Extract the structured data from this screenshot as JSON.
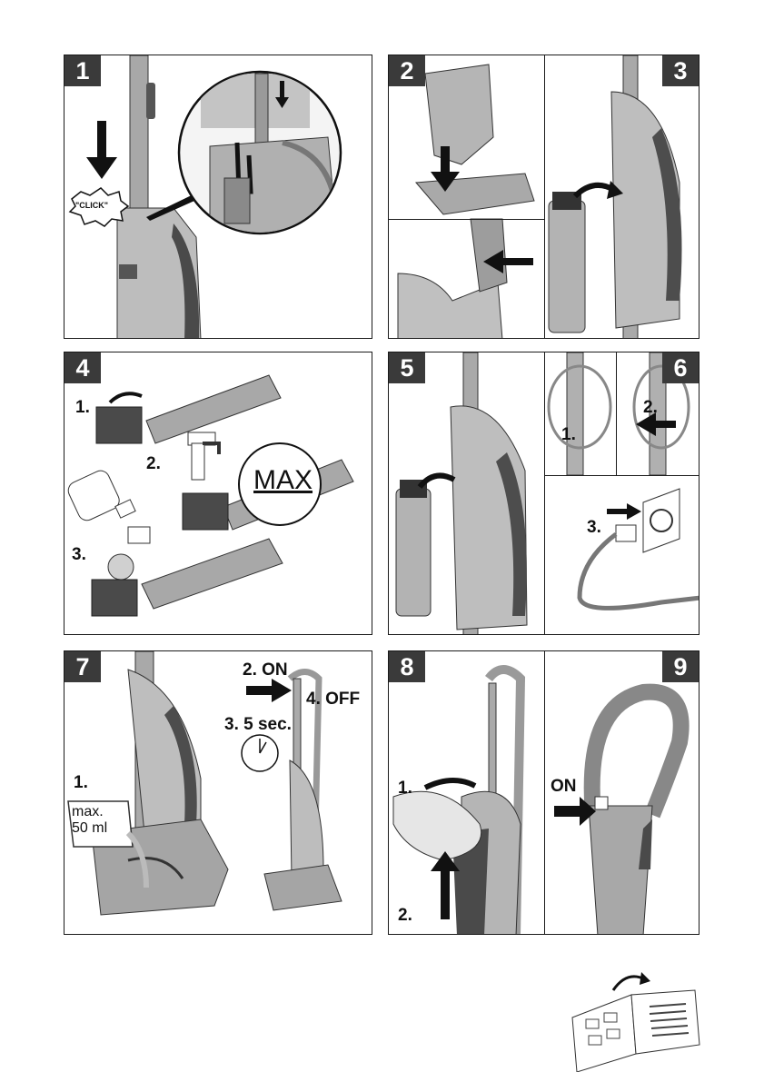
{
  "steps": {
    "s1": {
      "num": "1",
      "click": "\"CLICK\""
    },
    "s2": {
      "num": "2"
    },
    "s3": {
      "num": "3"
    },
    "s4": {
      "num": "4",
      "sub1": "1.",
      "sub2": "2.",
      "sub3": "3.",
      "max": "MAX"
    },
    "s5": {
      "num": "5"
    },
    "s6": {
      "num": "6",
      "sub1": "1.",
      "sub2": "2.",
      "sub3": "3."
    },
    "s7": {
      "num": "7",
      "sub1": "1.",
      "cup_line1": "max.",
      "cup_line2": "50 ml",
      "sub2": "2. ON",
      "sub3": "3. 5 sec.",
      "sub4": "4. OFF"
    },
    "s8": {
      "num": "8",
      "sub1": "1.",
      "sub2": "2."
    },
    "s9": {
      "num": "9",
      "on": "ON"
    }
  },
  "icons": [
    "arrow-down-icon",
    "arrow-right-icon",
    "arrow-left-icon",
    "arrow-up-icon",
    "curved-arrow-icon",
    "clock-icon",
    "tap-icon",
    "bottle-icon",
    "plug-icon",
    "socket-icon",
    "booklet-icon"
  ],
  "colors": {
    "label_bg": "#3a3a3a",
    "device_body": "#b9b9b9",
    "device_dark": "#4a4a4a",
    "border": "#1a1a1a"
  }
}
